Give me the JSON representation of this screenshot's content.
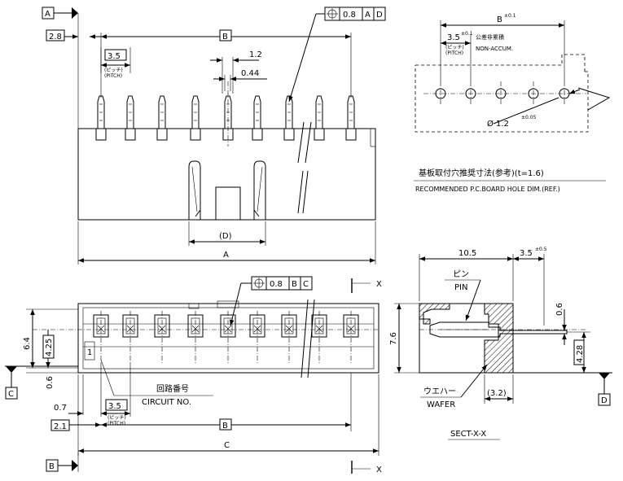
{
  "datums": {
    "a": "A",
    "b": "B",
    "c": "C",
    "d": "D"
  },
  "section_marker": "X",
  "front_view": {
    "dim_left_offset": "2.8",
    "dim_b": "B",
    "dim_pitch": "3.5",
    "pitch_jp": "(ピッチ)",
    "pitch_en": "(PITCH)",
    "dim_pin_width": "1.2",
    "dim_pin_thickness": "0.44",
    "dim_d": "(D)",
    "dim_a": "A",
    "tolerance": {
      "symbol": "⌖",
      "value": "0.8",
      "datum1": "A",
      "datum2": "D"
    }
  },
  "pcb_layout": {
    "dim_b_label": "B",
    "dim_b_tol": "±0.1",
    "dim_pitch": "3.5",
    "dim_pitch_tol": "±0.1",
    "non_accum_jp": "公差非累積",
    "non_accum_en": "NON-ACCUM.",
    "pitch_jp": "(ピッチ)",
    "pitch_en": "(PITCH)",
    "hole_dia": "Ø 1.2",
    "hole_tol": "±0.05",
    "title_jp": "基板取付穴推奨寸法(参考)(t=1.6)",
    "title_en": "RECOMMENDED P.C.BOARD HOLE DIM.(REF.)"
  },
  "top_view": {
    "tolerance": {
      "symbol": "⌖",
      "value": "0.8",
      "datum1": "B",
      "datum2": "C"
    },
    "dim_height": "6.4",
    "dim_pin_row": "4.25",
    "dim_bottom_offset": "0.6",
    "dim_left_offset": "0.7",
    "dim_left_b": "2.1",
    "dim_b": "B",
    "dim_c": "C",
    "dim_pitch": "3.5",
    "pitch_jp": "(ピッチ)",
    "pitch_en": "(PITCH)",
    "circuit_jp": "回路番号",
    "circuit_en": "CIRCUIT NO.",
    "circuit_first": "1"
  },
  "section_view": {
    "dim_depth": "10.5",
    "dim_pin_overhang": "3.5",
    "dim_pin_overhang_tol": "±0.5",
    "dim_height": "7.6",
    "dim_pin_thickness": "0.6",
    "dim_pin_height": "4.28",
    "dim_wafer_foot": "(3.2)",
    "pin_jp": "ピン",
    "pin_en": "PIN",
    "wafer_jp": "ウエハー",
    "wafer_en": "WAFER",
    "caption": "SECT-X-X"
  }
}
